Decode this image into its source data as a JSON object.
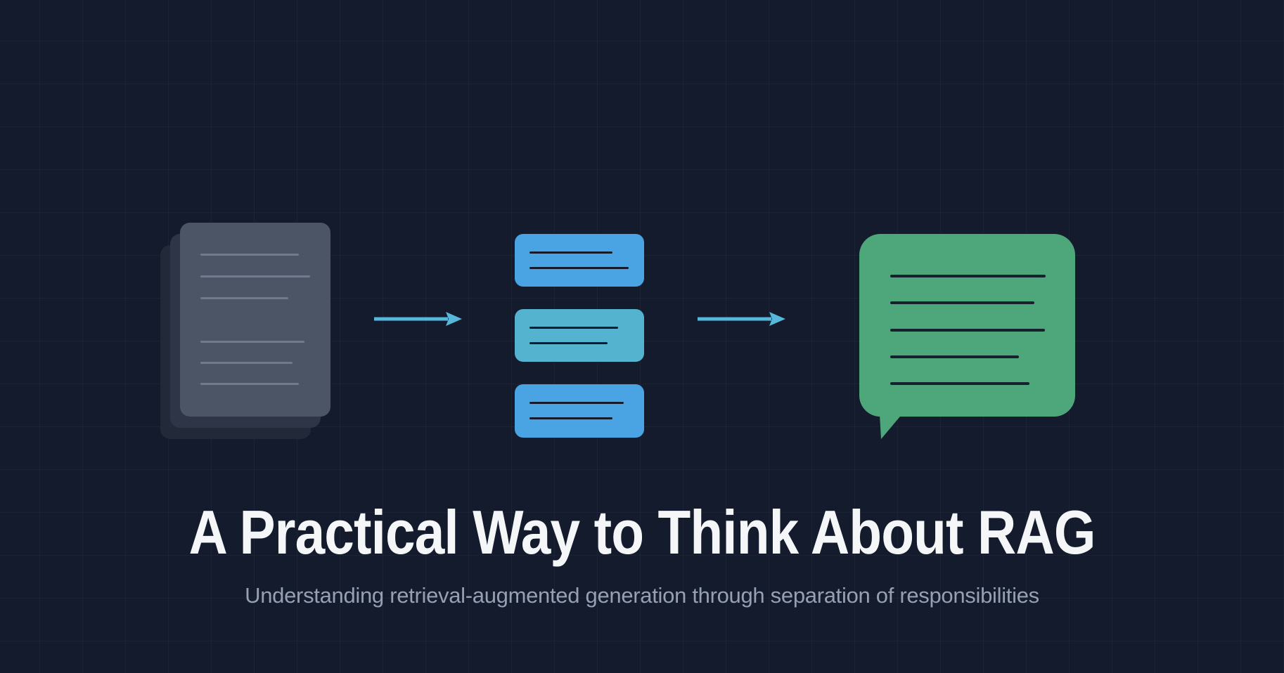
{
  "hero": {
    "title": "A Practical Way to Think About RAG",
    "subtitle": "Understanding retrieval-augmented generation through separation of responsibilities"
  },
  "illustration": {
    "flow": [
      "source-documents",
      "retrieved-chunks",
      "generated-answer"
    ],
    "documents_icon": {
      "page_count": 3,
      "text_line_count": 6
    },
    "chunks_icon": {
      "card_count": 3,
      "lines_per_card": 2
    },
    "chat_bubble_icon": {
      "text_line_count": 5
    },
    "arrow_count": 2
  },
  "colors": {
    "background": "#131b2c",
    "grid_line": "rgba(148,163,184,0.06)",
    "document_page": "#4b5566",
    "document_page_behind_1": "#2d3547",
    "document_page_behind_2": "#222a3a",
    "document_text_line": "#6f7a8e",
    "chunk_blue": "#4aa3e2",
    "chunk_teal": "#54b3ce",
    "chunk_text_line": "#131b2c",
    "arrow": "#57b8dc",
    "bubble_green": "#4ea67b",
    "bubble_text_line": "#16202f",
    "title_text": "#f5f6f8",
    "subtitle_text": "#95a0b4"
  }
}
